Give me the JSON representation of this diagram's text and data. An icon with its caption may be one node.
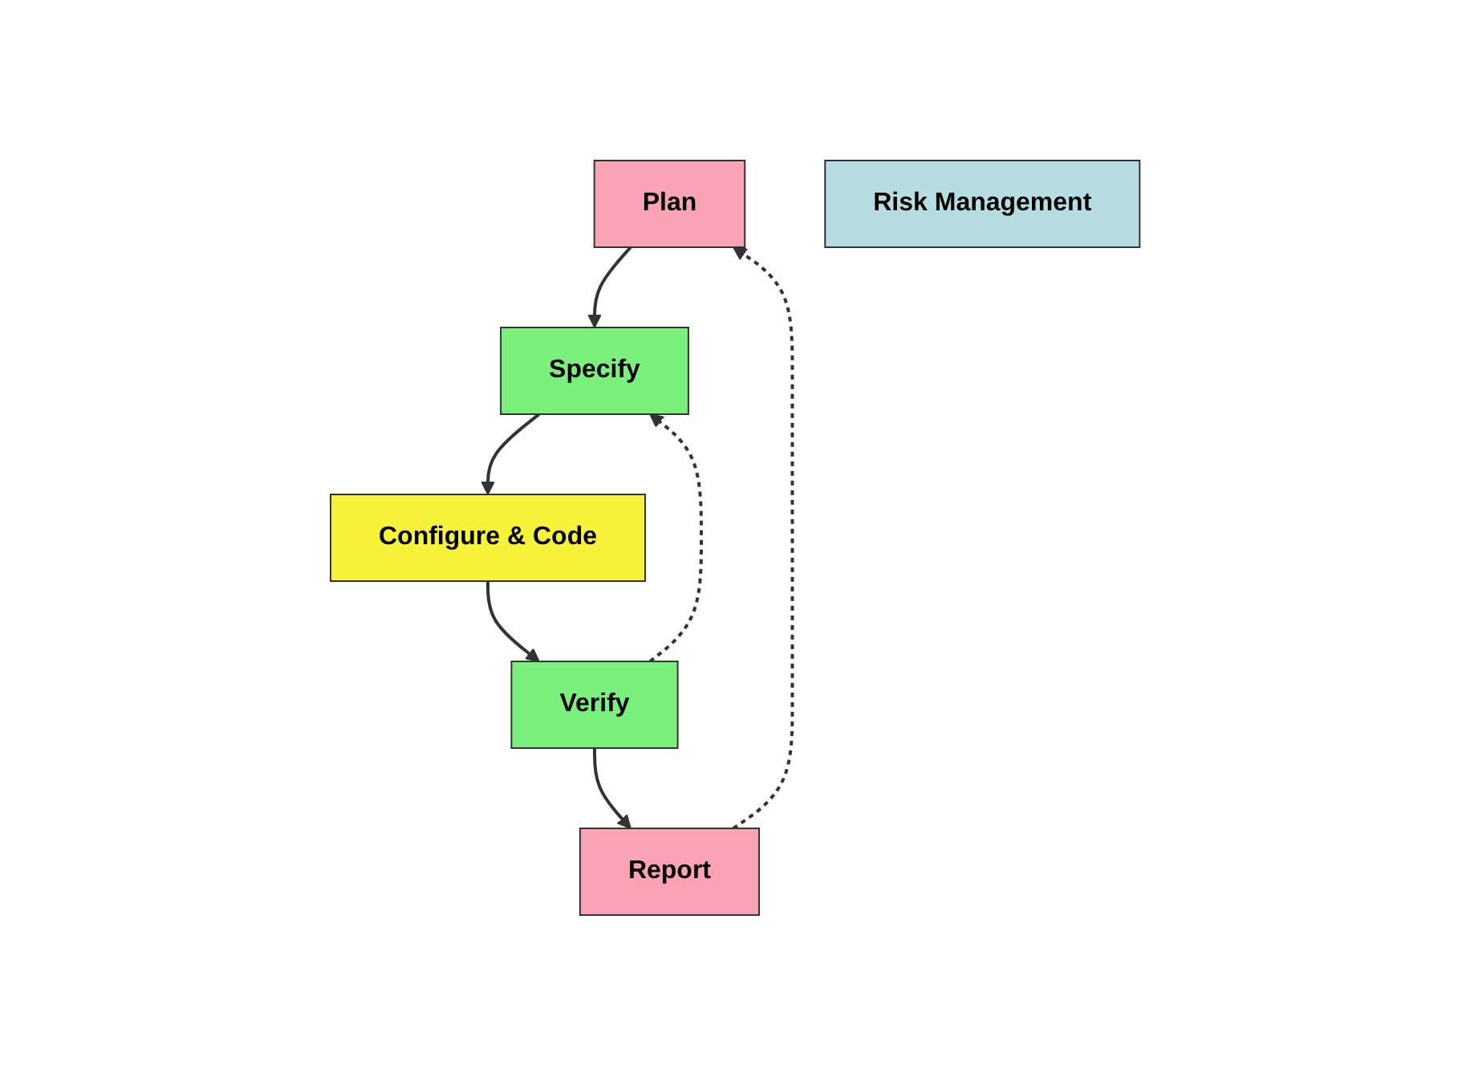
{
  "diagram": {
    "nodes": [
      {
        "text": [
          "Plan"
        ]
      },
      {
        "text": [
          "Report"
        ]
      },
      {
        "text": [
          "Risk Management"
        ]
      },
      {
        "text": [
          "Specify"
        ]
      },
      {
        "text": [
          "Verify"
        ]
      },
      {
        "text": [
          "Configure & Code"
        ]
      }
    ],
    "edges": [
      {
        "from": 1,
        "to": 0,
        "arrow": "to",
        "style": "dashed"
      },
      {
        "from": 0,
        "to": 3,
        "arrow": "to"
      },
      {
        "from": 4,
        "to": 3,
        "arrow": "to",
        "style": "dashed"
      },
      {
        "from": 3,
        "to": 5,
        "arrow": "to"
      },
      {
        "from": 5,
        "to": 4,
        "arrow": "to"
      },
      {
        "from": 4,
        "to": 1,
        "arrow": "to"
      }
    ]
  }
}
